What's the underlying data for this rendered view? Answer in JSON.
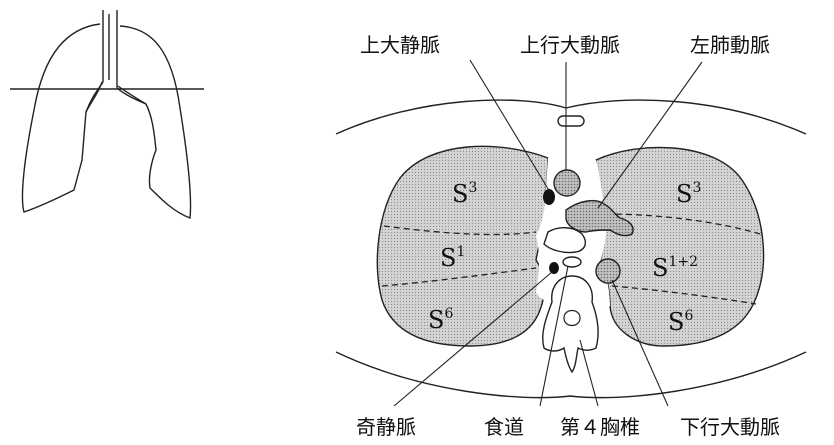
{
  "labels": {
    "superior_vena_cava": "上大静脈",
    "ascending_aorta": "上行大動脈",
    "left_pulmonary_artery": "左肺動脈",
    "azygos_vein": "奇静脈",
    "esophagus": "食道",
    "fourth_thoracic_vertebra": "第４胸椎",
    "descending_aorta": "下行大動脈"
  },
  "segments": {
    "right_upper": {
      "base": "S",
      "sup": "3"
    },
    "right_middle": {
      "base": "S",
      "sup": "1"
    },
    "right_lower": {
      "base": "S",
      "sup": "6"
    },
    "left_upper": {
      "base": "S",
      "sup": "3"
    },
    "left_middle": {
      "base": "S",
      "sup": "1+2"
    },
    "left_lower": {
      "base": "S",
      "sup": "6"
    }
  }
}
